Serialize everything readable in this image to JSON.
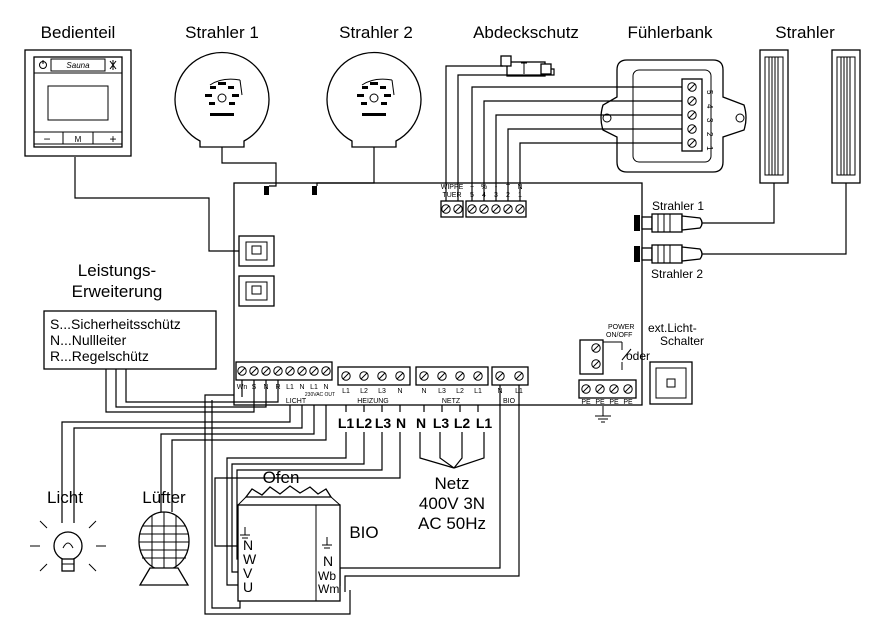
{
  "labels": {
    "bedienteil": "Bedienteil",
    "strahler1_top": "Strahler 1",
    "strahler2_top": "Strahler 2",
    "abdeckschutz": "Abdeckschutz",
    "fuehlerbank": "Fühlerbank",
    "strahler_top": "Strahler",
    "leistung_line1": "Leistungs-",
    "leistung_line2": "Erweiterung",
    "legend_s": "S...Sicherheitsschütz",
    "legend_n": "N...Nullleiter",
    "legend_r": "R...Regelschütz",
    "strahler1_right": "Strahler 1",
    "strahler2_right": "Strahler 2",
    "power_line1": "POWER",
    "power_line2": "ON/OFF",
    "ext_line1": "ext.Licht-",
    "ext_line2": "Schalter",
    "oder": "oder",
    "licht": "Licht",
    "luefter": "Lüfter",
    "ofen": "Ofen",
    "bio": "BIO",
    "netz": "Netz",
    "netz_voltage": "400V 3N",
    "netz_freq": "AC 50Hz",
    "sauna_brand": "Sauna",
    "panel_m": "M",
    "panel_minus": "−",
    "panel_plus": "+"
  },
  "terminal_labels": {
    "tuer_top": "WIPPE",
    "tuer_bottom": "TUER",
    "sensor_top": [
      "+",
      "%",
      "-",
      "T",
      "N"
    ],
    "sensor_num": [
      "5",
      "4",
      "3",
      "2",
      "1"
    ],
    "licht_terms": [
      "Wn",
      "S",
      "N",
      "R",
      "L1",
      "N",
      "L1",
      "N"
    ],
    "licht_sub": "230VAC OUT",
    "licht_group": "LICHT",
    "heizung_terms": [
      "L1",
      "L2",
      "L3",
      "N"
    ],
    "heizung_group": "HEIZUNG",
    "netz_terms": [
      "N",
      "L3",
      "L2",
      "L1"
    ],
    "netz_group": "NETZ",
    "bio_terms": [
      "N",
      "L1"
    ],
    "bio_group": "BIO",
    "pe_terms": [
      "PE",
      "PE",
      "PE",
      "PE"
    ],
    "fuehler_nums": [
      "5",
      "4",
      "3",
      "2",
      "1"
    ]
  },
  "cable_labels": {
    "heizung": [
      "L1",
      "L2",
      "L3",
      "N"
    ],
    "netz": [
      "N",
      "L3",
      "L2",
      "L1"
    ]
  },
  "ofen_terms": [
    "N",
    "W",
    "V",
    "U"
  ],
  "bio_terms": [
    "N",
    "Wb",
    "Wm"
  ]
}
